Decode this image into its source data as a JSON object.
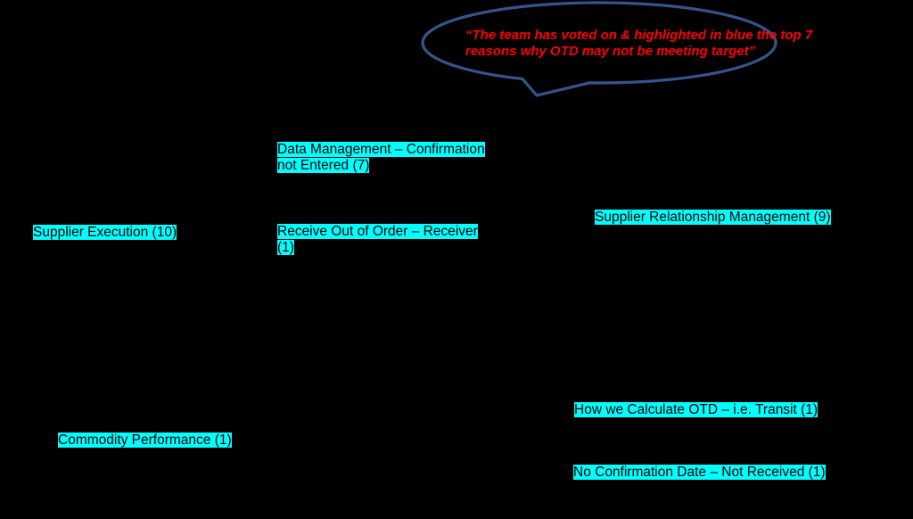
{
  "background_color": "#000000",
  "callout": {
    "line1": "“The team has voted on & highlighted in blue the top 7",
    "line2": "reasons why OTD may not be meeting target”",
    "text_color": "#FF0000",
    "bubble_outline_color": "#35548F"
  },
  "highlight": {
    "color": "#00FFFF",
    "text_color": "#000000"
  },
  "labels": [
    {
      "id": "data-management",
      "text": "Data Management – Confirmation not Entered (7)"
    },
    {
      "id": "supplier-execution",
      "text": "Supplier Execution (10)"
    },
    {
      "id": "receive-out-of-order",
      "text": "Receive Out of Order – Receiver (1)"
    },
    {
      "id": "supplier-relationship-management",
      "text": "Supplier Relationship Management (9)"
    },
    {
      "id": "how-we-calculate-otd",
      "text": "How we Calculate OTD – i.e. Transit (1)"
    },
    {
      "id": "commodity-performance",
      "text": "Commodity Performance (1)"
    },
    {
      "id": "no-confirmation-date",
      "text": "No Confirmation Date – Not Received (1)"
    }
  ]
}
